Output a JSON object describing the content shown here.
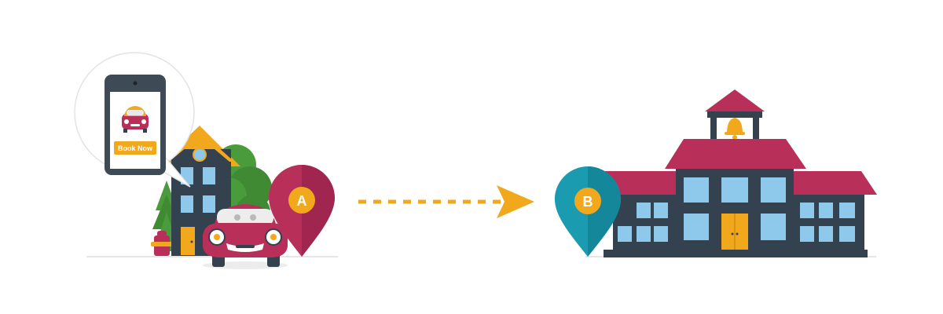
{
  "phone": {
    "button_label": "Book Now"
  },
  "origin_pin": {
    "label": "A",
    "color": "#b8305a"
  },
  "destination_pin": {
    "label": "B",
    "color": "#1b9bb0"
  },
  "colors": {
    "accent_orange": "#f2a81d",
    "navy": "#34414f",
    "crimson": "#b8305a",
    "teal": "#1b9bb0",
    "window_blue": "#8ec9ec",
    "tree_green": "#4a9b3c"
  },
  "icons": [
    "smartphone-icon",
    "car-icon",
    "house-icon",
    "location-pin-icon",
    "dashed-arrow-icon",
    "school-icon",
    "bell-icon"
  ]
}
